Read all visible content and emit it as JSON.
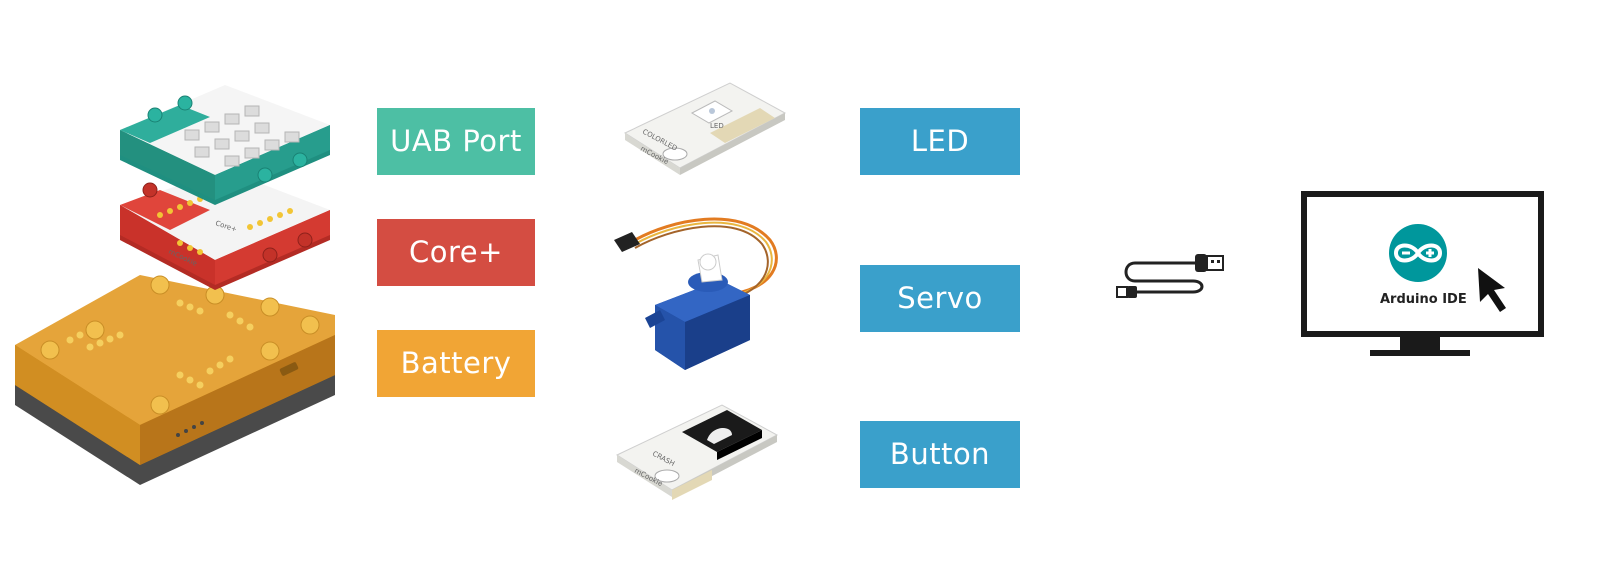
{
  "core_stack": {
    "labels": {
      "uab_port": "UAB Port",
      "core_plus": "Core+",
      "battery": "Battery"
    },
    "colors": {
      "uab_port": "#4dbfa4",
      "core_plus": "#d44d42",
      "battery": "#f1a535"
    },
    "board_text": {
      "core_chip": "Core+",
      "brand": "mCookie"
    }
  },
  "modules": {
    "labels": {
      "led": "LED",
      "servo": "Servo",
      "button": "Button"
    },
    "color": "#3aa0cb",
    "board_text": {
      "led_board": "COLORLED",
      "led_chip": "LED",
      "button_board": "CRASH",
      "brand": "mCookie"
    }
  },
  "usb_cable": {
    "icon": "usb-cable-icon"
  },
  "computer": {
    "caption": "Arduino IDE",
    "logo_color": "#00979c",
    "icons": [
      "monitor-icon",
      "arduino-logo-icon",
      "mouse-cursor-icon"
    ]
  }
}
